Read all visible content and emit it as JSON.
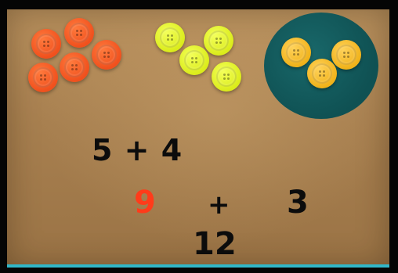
{
  "scene": {
    "expression_top": "5 + 4",
    "left_addend": "9",
    "plus_sign": "+",
    "right_addend": "3",
    "sum": "12"
  },
  "buttons": {
    "red_count": 5,
    "lime_count": 4,
    "yellow_count": 3
  },
  "colors": {
    "highlight_number": "#ff3b1a",
    "text": "#0c0c0c",
    "circle": "#0f5153",
    "accent_strip": "#31b7c8"
  }
}
